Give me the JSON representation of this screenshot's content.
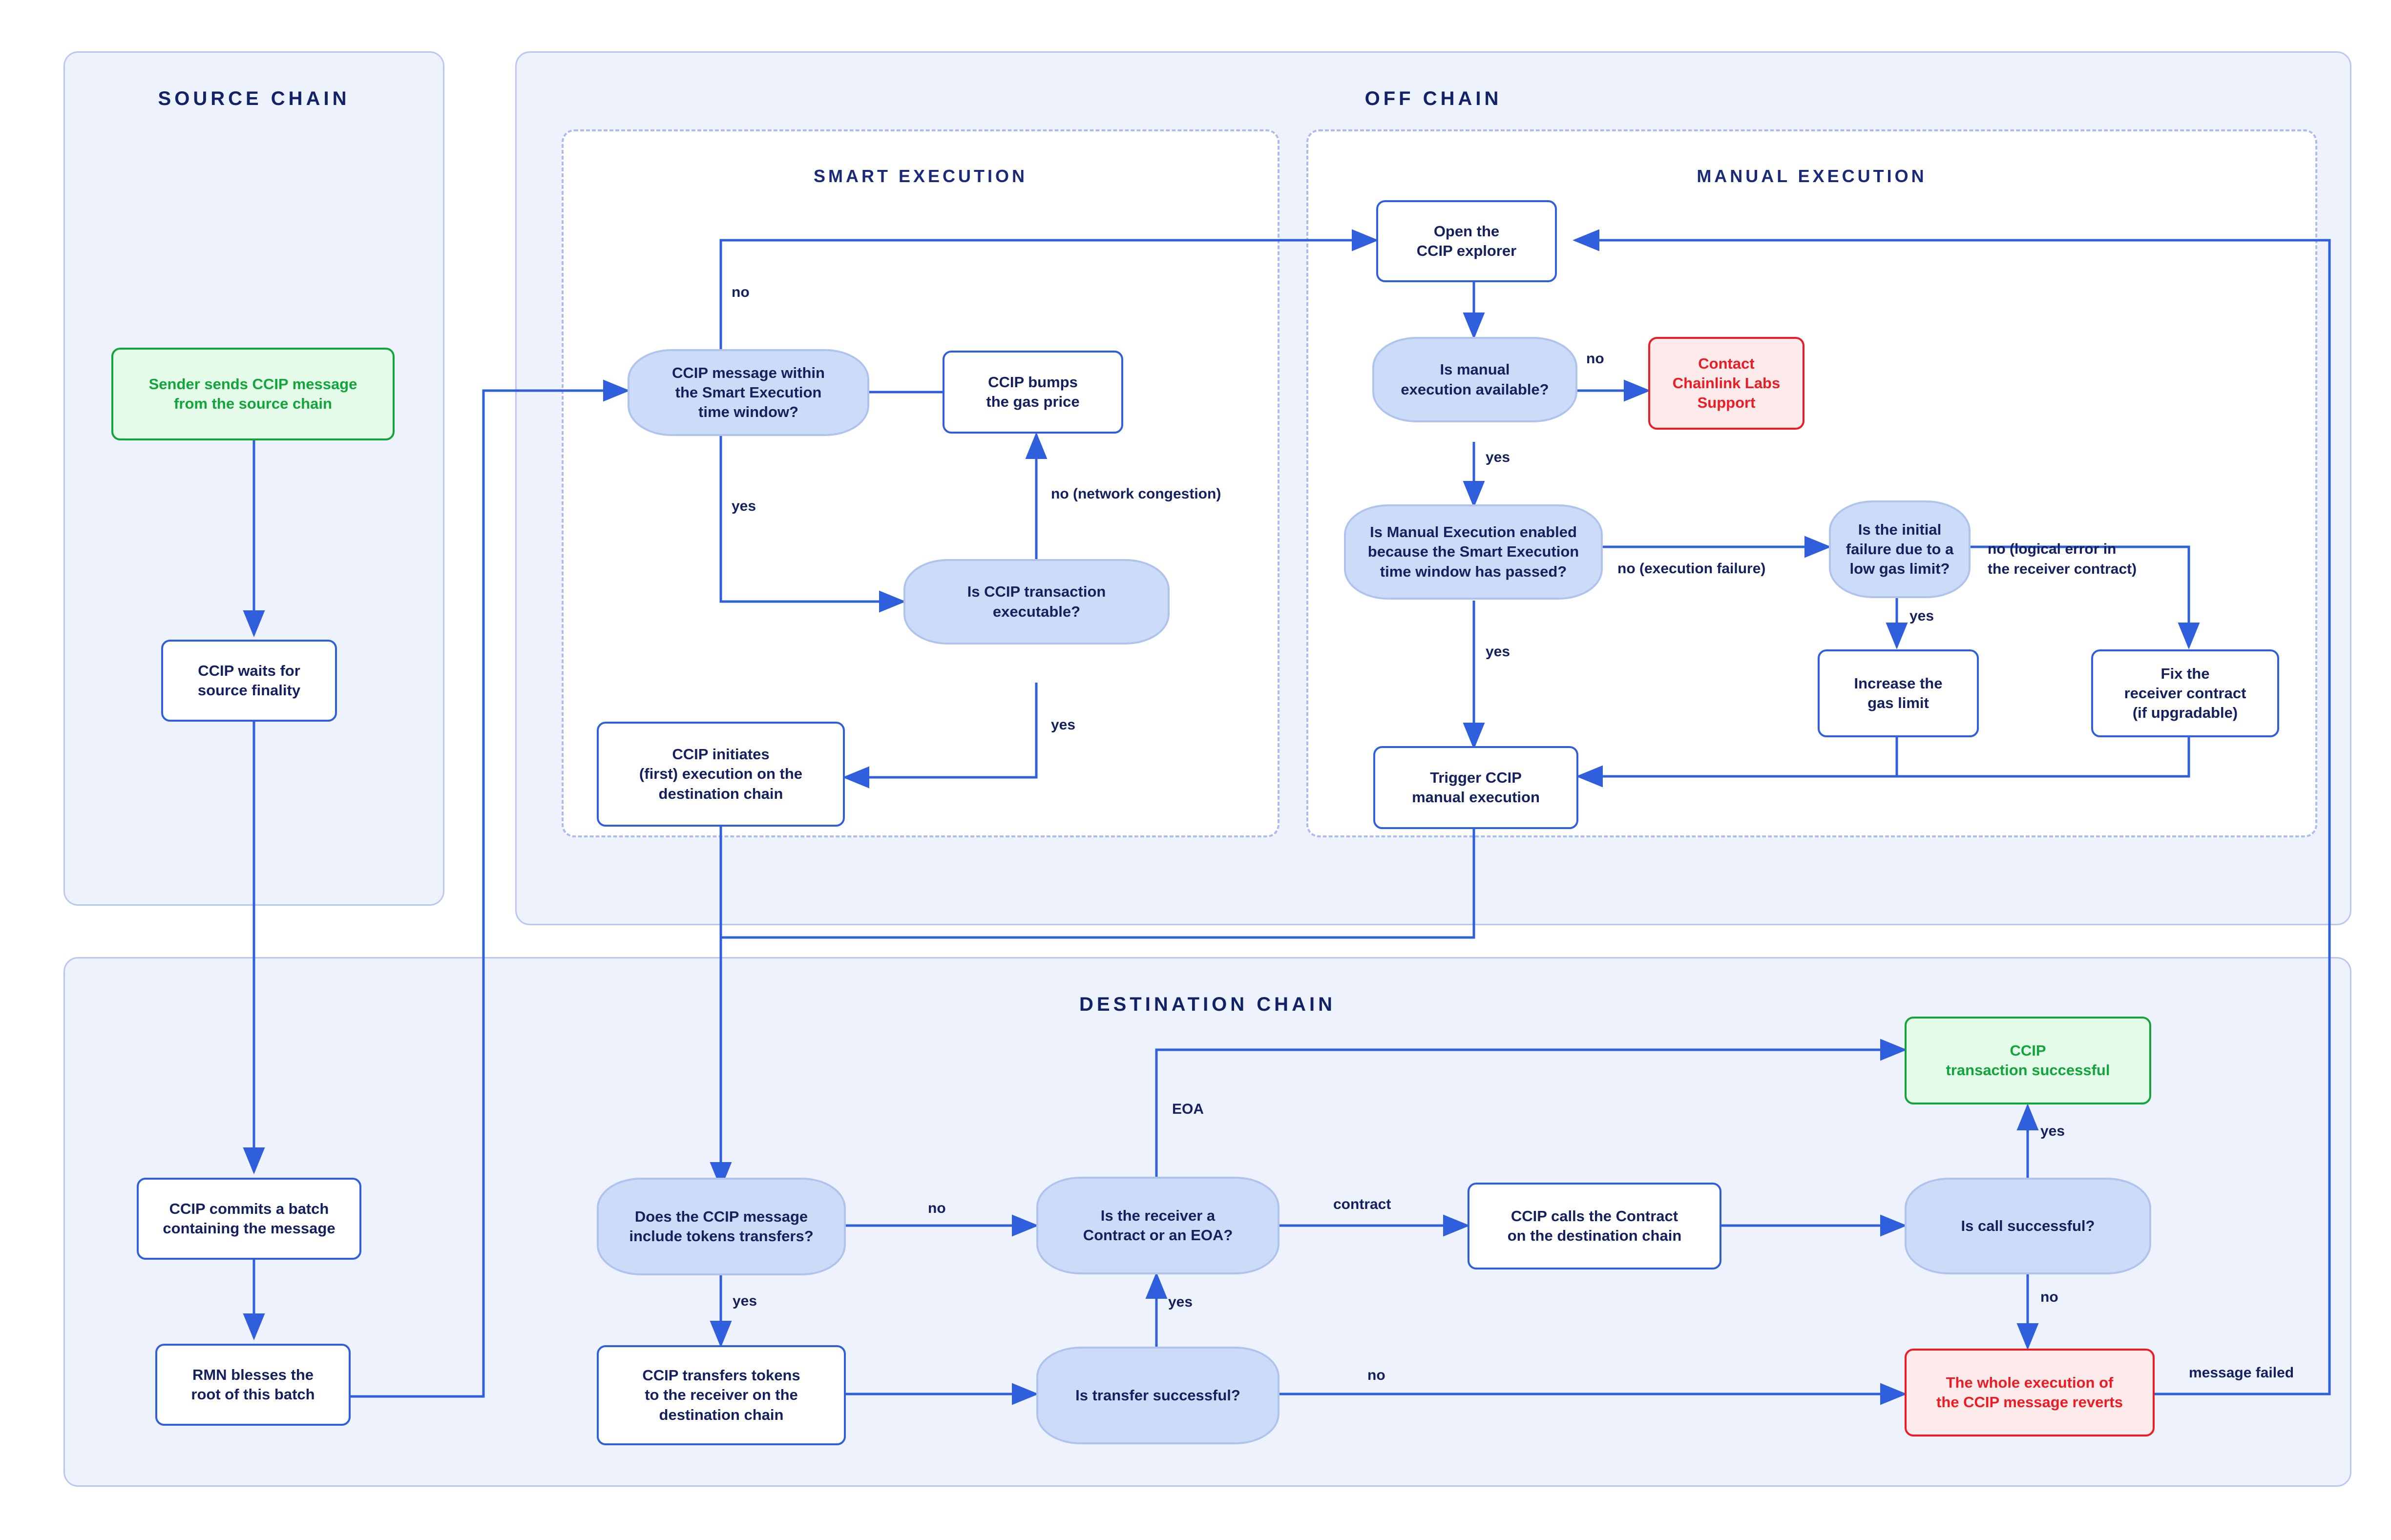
{
  "diagram": {
    "title": "CCIP message execution flow",
    "colors": {
      "lane_bg": "#eef2fd",
      "lane_border": "#b9c8f2",
      "subgroup_border": "#aabdf0",
      "process_border": "#2f5fdc",
      "process_text": "#14215e",
      "decision_bg": "#ccdbf7",
      "decision_border": "#aec4ee",
      "success": "#13a53c",
      "success_bg": "#e4fbe9",
      "error": "#ec1c24",
      "error_bg": "#fdebeb",
      "edge": "#2f5fdc"
    }
  },
  "lanes": [
    {
      "id": "source_chain",
      "title": "SOURCE CHAIN"
    },
    {
      "id": "off_chain",
      "title": "OFF CHAIN"
    },
    {
      "id": "destination_chain",
      "title": "DESTINATION CHAIN"
    }
  ],
  "subgroups": [
    {
      "id": "smart_execution",
      "title": "SMART EXECUTION"
    },
    {
      "id": "manual_execution",
      "title": "MANUAL EXECUTION"
    }
  ],
  "nodes": {
    "sender_sends": "Sender sends CCIP message\nfrom the source chain",
    "waits_finality": "CCIP waits for\nsource finality",
    "commits_batch": "CCIP commits a batch\ncontaining the message",
    "rmn_blesses": "RMN blesses the\nroot of this batch",
    "within_window": "CCIP message within\nthe Smart Execution\ntime window?",
    "bumps_gas": "CCIP bumps\nthe gas price",
    "tx_executable": "Is CCIP transaction\nexecutable?",
    "initiates_exec": "CCIP initiates\n(first) execution on the\ndestination chain",
    "open_explorer": "Open the\nCCIP explorer",
    "manual_available": "Is manual\nexecution available?",
    "contact_support": "Contact\nChainlink Labs\nSupport",
    "manual_enabled": "Is Manual Execution enabled\nbecause the Smart Execution\ntime window has passed?",
    "initial_failure_gas": "Is the initial\nfailure due to a\nlow gas limit?",
    "increase_gas": "Increase the\ngas limit",
    "fix_receiver": "Fix the\nreceiver contract\n(if upgradable)",
    "trigger_manual": "Trigger CCIP\nmanual execution",
    "includes_tokens": "Does the CCIP message\ninclude tokens transfers?",
    "transfers_tokens": "CCIP transfers tokens\nto the receiver on the\ndestination chain",
    "transfer_successful": "Is transfer successful?",
    "receiver_type": "Is the receiver a\nContract or an EOA?",
    "calls_contract": "CCIP calls the Contract\non the destination chain",
    "call_successful": "Is call successful?",
    "tx_successful": "CCIP\ntransaction successful",
    "execution_reverts": "The whole execution of\nthe CCIP message reverts"
  },
  "edge_labels": {
    "window_no": "no",
    "window_yes": "yes",
    "network_congestion": "no (network congestion)",
    "executable_yes": "yes",
    "manual_available_no": "no",
    "manual_available_yes": "yes",
    "manual_enabled_no": "no (execution failure)",
    "manual_enabled_yes": "yes",
    "gas_limit_yes": "yes",
    "gas_limit_no": "no (logical error in\nthe receiver contract)",
    "tokens_no": "no",
    "tokens_yes": "yes",
    "transfer_yes": "yes",
    "transfer_no": "no",
    "receiver_eoa": "EOA",
    "receiver_contract": "contract",
    "call_yes": "yes",
    "call_no": "no",
    "message_failed": "message failed"
  }
}
